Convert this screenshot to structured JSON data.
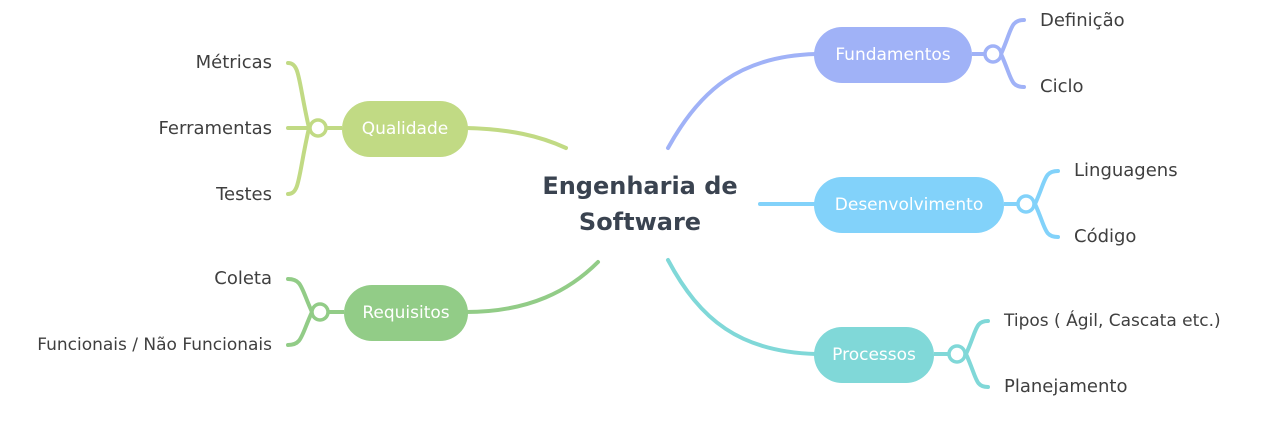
{
  "root": {
    "line1": "Engenharia de",
    "line2": "Software"
  },
  "colors": {
    "fundamentos": "#a0b2f7",
    "desenvolvimento": "#82d2fa",
    "processos": "#80d8d8",
    "qualidade": "#c1da84",
    "requisitos": "#92cc87",
    "text": "#3f3f3f",
    "root_text": "#3a4350"
  },
  "branches": {
    "fundamentos": {
      "label": "Fundamentos",
      "children": [
        "Definição",
        "Ciclo"
      ]
    },
    "desenvolvimento": {
      "label": "Desenvolvimento",
      "children": [
        "Linguagens",
        "Código"
      ]
    },
    "processos": {
      "label": "Processos",
      "children": [
        "Tipos ( Ágil, Cascata etc.)",
        "Planejamento"
      ]
    },
    "qualidade": {
      "label": "Qualidade",
      "children": [
        "Métricas",
        "Ferramentas",
        "Testes"
      ]
    },
    "requisitos": {
      "label": "Requisitos",
      "children": [
        "Coleta",
        "Funcionais / Não Funcionais"
      ]
    }
  }
}
